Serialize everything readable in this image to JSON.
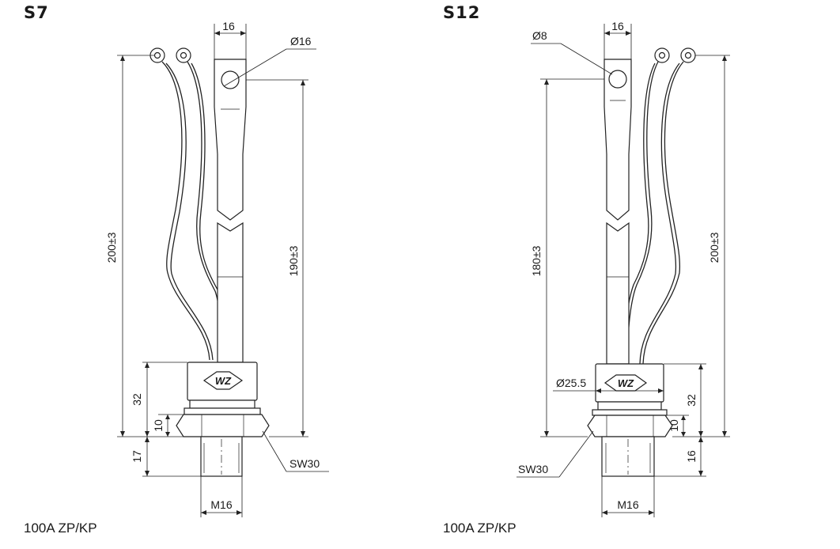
{
  "left": {
    "title": "S7",
    "caption": "100A  ZP/KP",
    "dims": {
      "top_width": "16",
      "hole_diameter": "Ø16",
      "total_height": "200±3",
      "stud_height": "190±3",
      "body_height": "32",
      "nut_height": "10",
      "thread_length": "17",
      "wrench": "SW30",
      "thread": "M16"
    },
    "logo": "WZ"
  },
  "right": {
    "title": "S12",
    "caption": "100A  ZP/KP",
    "dims": {
      "top_width": "16",
      "hole_diameter": "Ø8",
      "stud_height": "180±3",
      "total_height": "200±3",
      "body_diameter": "Ø25.5",
      "body_height": "32",
      "nut_height": "10",
      "thread_length": "16",
      "wrench": "SW30",
      "thread": "M16"
    },
    "logo": "WZ"
  }
}
